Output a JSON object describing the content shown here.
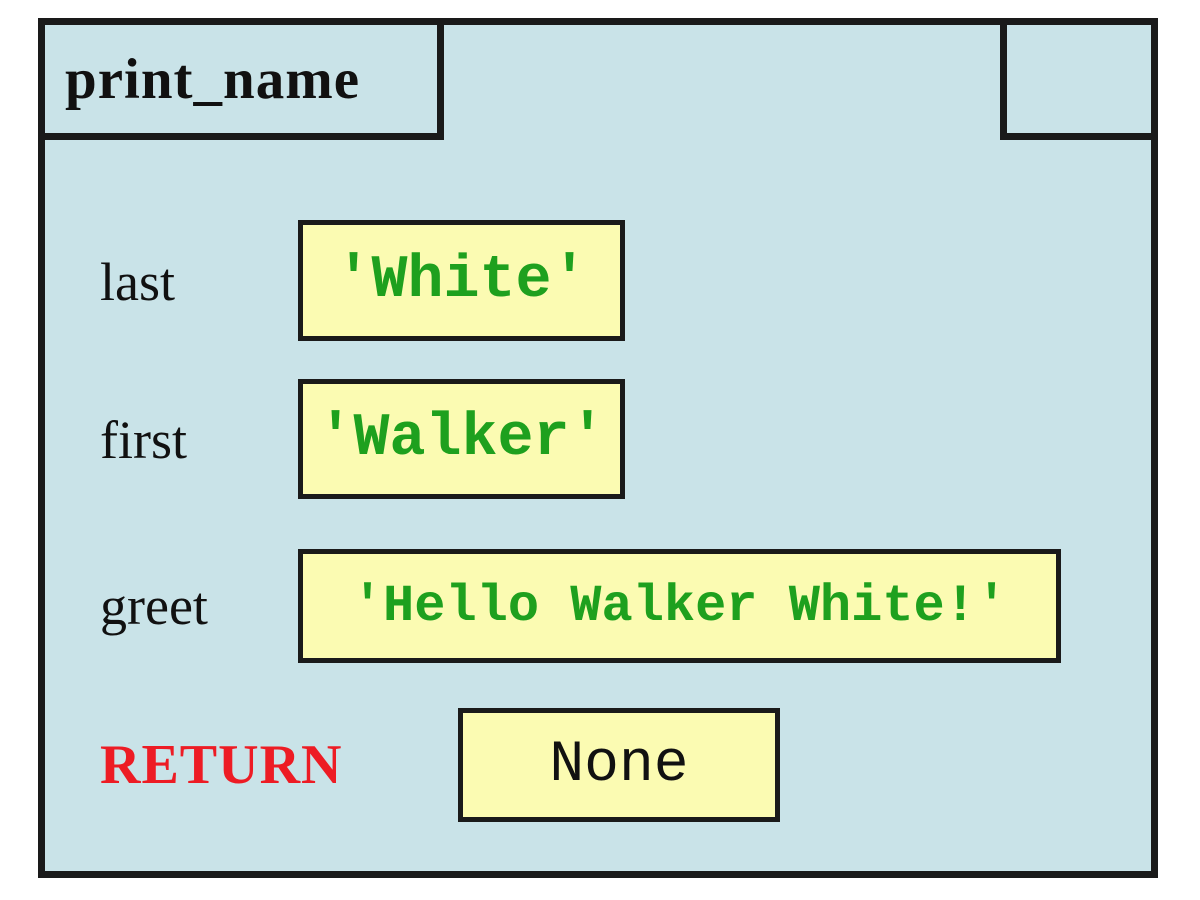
{
  "frame": {
    "name": "print_name",
    "variables": [
      {
        "name": "last",
        "value": "'White'"
      },
      {
        "name": "first",
        "value": "'Walker'"
      },
      {
        "name": "greet",
        "value": "'Hello Walker White!'"
      }
    ],
    "return": {
      "label": "RETURN",
      "value": "None"
    }
  },
  "colors": {
    "frame_fill": "#c9e3e8",
    "value_box_fill": "#fbfbb2",
    "border": "#1a1a1a",
    "string_text": "#1ea01e",
    "return_label": "#ed1c24",
    "label_text": "#111111"
  }
}
